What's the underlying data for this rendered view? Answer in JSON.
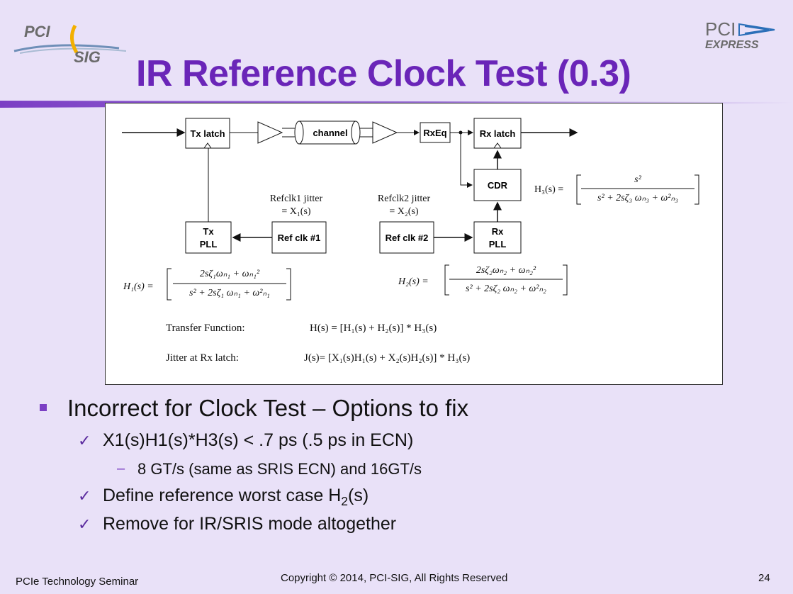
{
  "logos": {
    "left_top": "PCI",
    "left_bottom": "SIG",
    "right_top": "PCI",
    "right_bottom": "EXPRESS"
  },
  "title": "IR Reference Clock Test (0.3)",
  "diagram": {
    "tx_latch": "Tx latch",
    "channel": "channel",
    "rxeq": "RxEq",
    "rx_latch": "Rx latch",
    "cdr": "CDR",
    "tx_pll_1": "Tx",
    "tx_pll_2": "PLL",
    "rx_pll_1": "Rx",
    "rx_pll_2": "PLL",
    "ref_clk_1": "Ref clk #1",
    "ref_clk_2": "Ref clk #2",
    "refclk1_jitter_1": "Refclk1 jitter",
    "refclk1_jitter_2": "= X₁(s)",
    "refclk2_jitter_1": "Refclk2 jitter",
    "refclk2_jitter_2": "= X₂(s)",
    "h1_lhs": "H₁(s) =",
    "h1_num": "2sζ₁ωₙ₁ + ωₙ₁²",
    "h1_den": "s² + 2sζ₁ ωₙ₁ + ω²ₙ₁",
    "h2_lhs": "H₂(s) =",
    "h2_num": "2sζ₂ωₙ₂ + ωₙ₂²",
    "h2_den": "s² + 2sζ₂ ωₙ₂ + ω²ₙ₂",
    "h3_lhs": "H₃(s) =",
    "h3_num": "s²",
    "h3_den": "s² + 2sζ₃ ωₙ₃ + ω²ₙ₃",
    "tf_label": "Transfer Function:",
    "tf_expr": "H(s) = [H₁(s) + H₂(s)] * H₃(s)",
    "jitter_label": "Jitter at Rx latch:",
    "jitter_expr": "J(s)= [X₁(s)H₁(s) + X₂(s)H₂(s)] * H₃(s)"
  },
  "bullets": {
    "main": "Incorrect for Clock Test – Options to fix",
    "opt1": "X1(s)H1(s)*H3(s) < .7 ps (.5 ps in ECN)",
    "opt1_sub": "8 GT/s (same as SRIS ECN) and 16GT/s",
    "opt2_pre": "Define reference worst case H",
    "opt2_sub": "2",
    "opt2_post": "(s)",
    "opt3": "Remove for IR/SRIS mode altogether",
    "check": "✓",
    "dash": "–"
  },
  "footer": {
    "left": "PCIe Technology Seminar",
    "center": "Copyright © 2014, PCI-SIG, All Rights Reserved",
    "page": "24"
  },
  "colors": {
    "background": "#e9e1f8",
    "title": "#6a25b8",
    "bar": "#7b3fc4"
  }
}
